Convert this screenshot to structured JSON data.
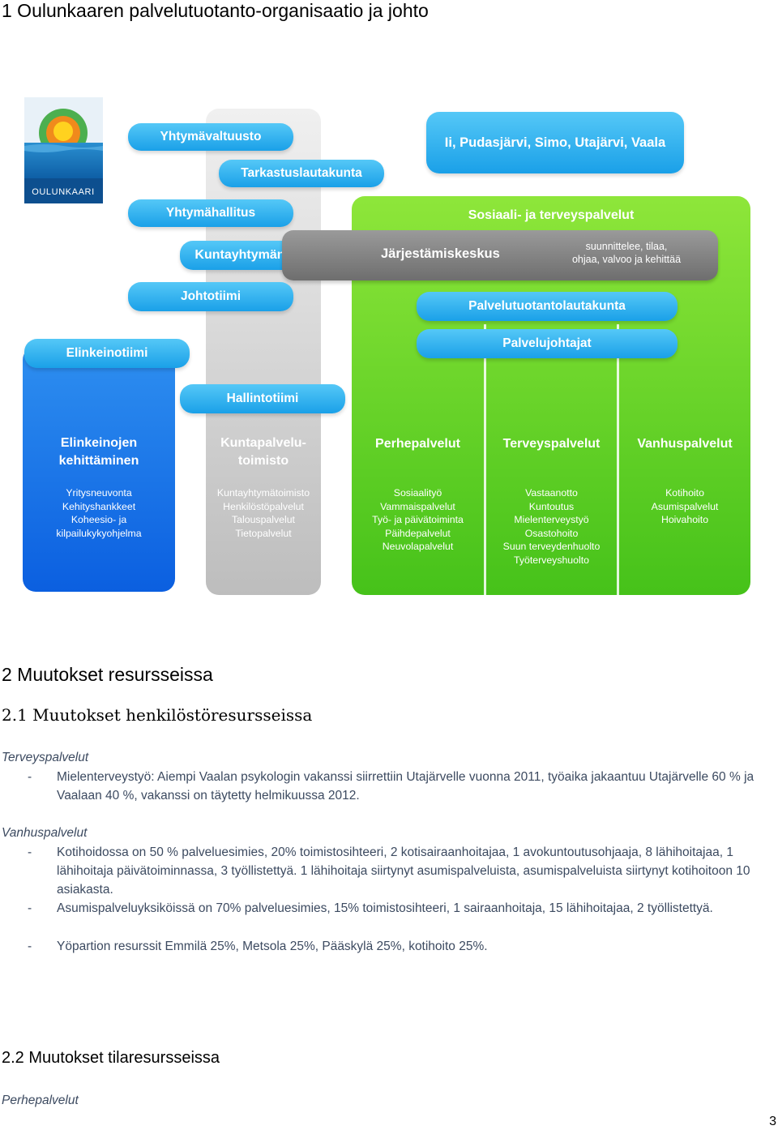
{
  "heading1": "1 Oulunkaaren palvelutuotanto-organisaatio ja johto",
  "org": {
    "logo_text": "OULUNKAARI",
    "yhtymavaltuusto": "Yhtymävaltuusto",
    "tarkastus": "Tarkastuslautakunta",
    "kunnat": "Ii, Pudasjärvi, Simo, Utajärvi, Vaala",
    "yhtymahallitus": "Yhtymähallitus",
    "sote": "Sosiaali- ja terveyspalvelut",
    "johtaja": "Kuntayhtymän johtaja",
    "jarjestamiskeskus": "Järjestämiskeskus",
    "jarj_desc_1": "suunnittelee, tilaa,",
    "jarj_desc_2": "ohjaa, valvoo ja kehittää",
    "johtotiimi": "Johtotiimi",
    "lautakunta": "Palvelutuotantolautakunta",
    "elinkeinotiimi": "Elinkeinotiimi",
    "palvelujohtajat": "Palvelujohtajat",
    "hallintotiimi": "Hallintotiimi",
    "columns": [
      {
        "title_1": "Elinkeinojen",
        "title_2": "kehittäminen",
        "items": [
          "Yritysneuvonta",
          "Kehityshankkeet",
          "Koheesio- ja",
          "kilpailukykyohjelma"
        ]
      },
      {
        "title_1": "Kuntapalvelu-",
        "title_2": "toimisto",
        "items": [
          "Kuntayhtymätoimisto",
          "Henkilöstöpalvelut",
          "Talouspalvelut",
          "Tietopalvelut"
        ]
      },
      {
        "title_1": "Perhepalvelut",
        "title_2": "",
        "items": [
          "Sosiaalityö",
          "Vammaispalvelut",
          "Työ- ja päivätoiminta",
          "Päihdepalvelut",
          "Neuvolapalvelut"
        ]
      },
      {
        "title_1": "Terveyspalvelut",
        "title_2": "",
        "items": [
          "Vastaanotto",
          "Kuntoutus",
          "Mielenterveystyö",
          "Osastohoito",
          "Suun terveydenhuolto",
          "Työterveyshuolto"
        ]
      },
      {
        "title_1": "Vanhuspalvelut",
        "title_2": "",
        "items": [
          "Kotihoito",
          "Asumispalvelut",
          "Hoivahoito"
        ]
      }
    ]
  },
  "heading2": "2 Muutokset resursseissa",
  "heading21": "2.1 Muutokset henkilöstöresursseissa",
  "sec1": {
    "category": "Terveyspalvelut",
    "items": [
      {
        "dash": "-",
        "text": "Mielenterveystyö: Aiempi Vaalan psykologin vakanssi siirrettiin Utajärvelle vuonna 2011, työaika jakaantuu Utajärvelle 60 % ja Vaalaan 40 %, vakanssi on täytetty helmikuussa 2012."
      }
    ]
  },
  "sec2": {
    "category": "Vanhuspalvelut",
    "items": [
      {
        "dash": "-",
        "text": "Kotihoidossa on 50 % palveluesimies, 20% toimistosihteeri, 2 kotisairaanhoitajaa, 1 avokuntoutusohjaaja, 8 lähihoitajaa, 1 lähihoitaja päivätoiminnassa, 3 työllistettyä. 1 lähihoitaja siirtynyt asumispalveluista, asumispalveluista siirtynyt kotihoitoon 10 asiakasta."
      },
      {
        "dash": "-",
        "text": "Asumispalveluyksiköissä on 70% palveluesimies, 15% toimistosihteeri, 1 sairaanhoitaja, 15 lähihoitajaa, 2 työllistettyä."
      },
      {
        "dash": "-",
        "text": "Yöpartion resurssit Emmilä 25%, Metsola 25%, Pääskylä 25%, kotihoito 25%."
      }
    ]
  },
  "heading22": "2.2 Muutokset tilaresursseissa",
  "sec3": {
    "category": "Perhepalvelut"
  },
  "page_number": "3"
}
